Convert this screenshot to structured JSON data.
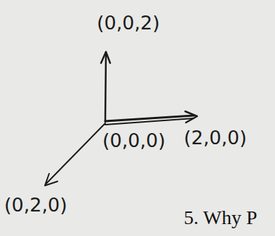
{
  "diagram": {
    "labels": [
      "(0,0,2)",
      "(0,0,0)",
      "(2,0,0)",
      "(0,2,0)",
      "5. Why P"
    ]
  }
}
